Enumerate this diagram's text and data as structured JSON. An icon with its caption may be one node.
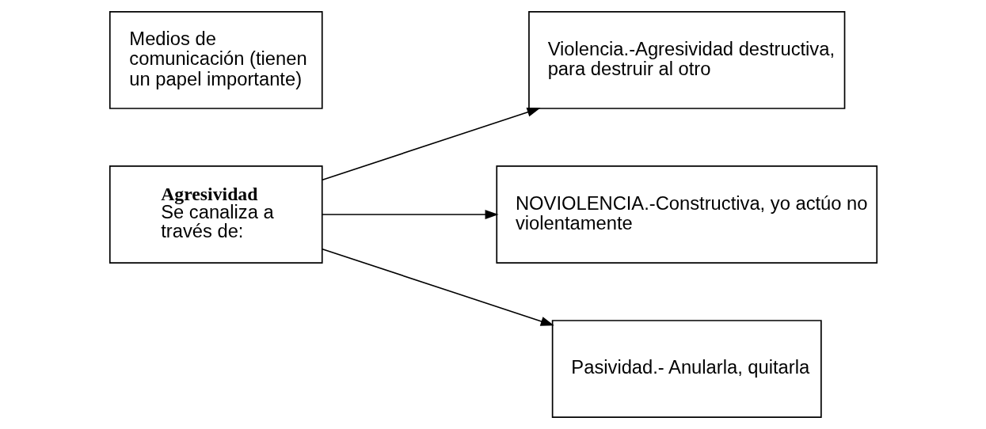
{
  "diagram": {
    "nodes": [
      {
        "text": [
          "Agresividad",
          "Se canaliza a través de:"
        ]
      },
      {
        "text": [
          "Medios de comunicación (tienen un papel importante)"
        ]
      },
      {
        "text": [
          "Violencia.-Agresividad destructiva, para destruir al otro"
        ]
      },
      {
        "text": [
          "NOVIOLENCIA.-Constructiva, yo actúo no violentamente"
        ]
      },
      {
        "text": [
          "Pasividad.- Anularla, quitarla"
        ]
      }
    ],
    "edges": [
      {
        "from": 0,
        "to": 2,
        "arrow": "to"
      },
      {
        "from": 0,
        "to": 3,
        "arrow": "to"
      },
      {
        "from": 0,
        "to": 4,
        "arrow": "to"
      }
    ]
  }
}
